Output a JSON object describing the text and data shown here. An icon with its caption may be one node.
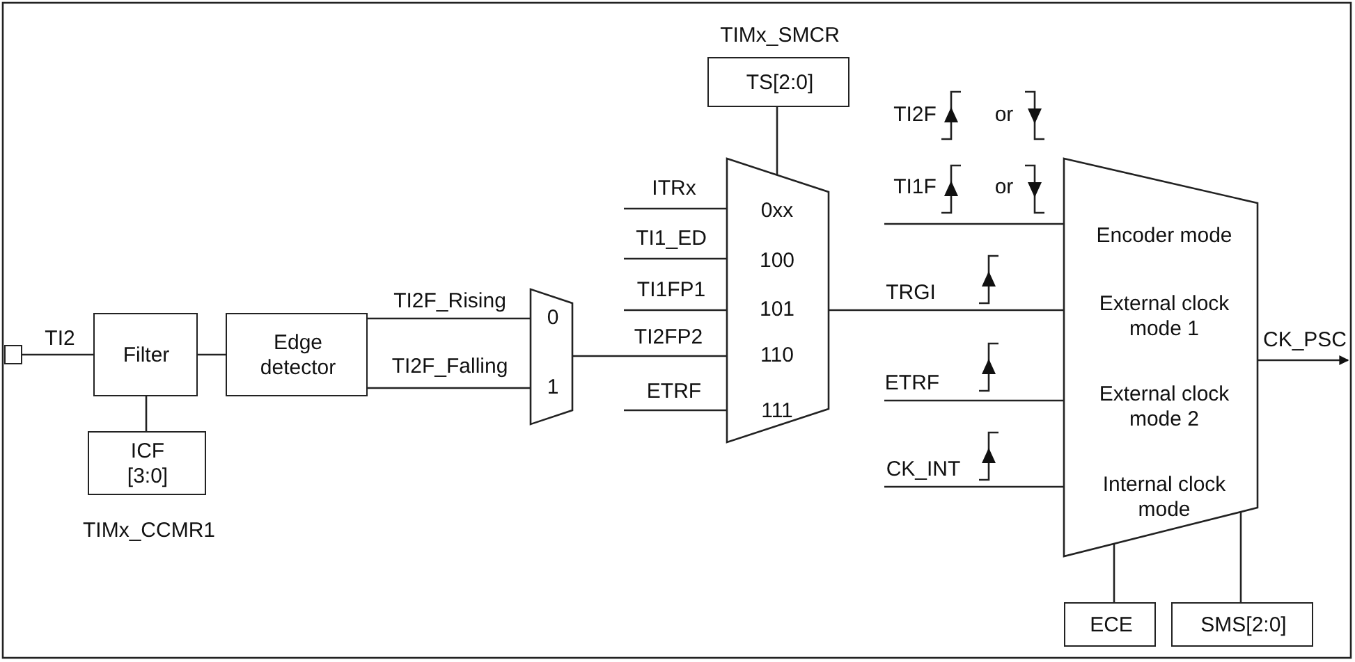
{
  "diagram": {
    "nodes": [
      {
        "text": [],
        "shape": "box"
      },
      {
        "text": [
          "Filter"
        ]
      },
      {
        "text": [
          "ICF [3:0]"
        ],
        "beside": [
          "TIMx_CCMR1"
        ]
      },
      {
        "text": [
          "Edge detector"
        ]
      },
      {
        "text": [
          "0",
          "1"
        ]
      },
      {
        "text": [
          "TIMx_SMCR",
          "TS[2:0]"
        ]
      },
      {
        "text": [
          "0xx",
          "100",
          "101",
          "110",
          "111"
        ]
      },
      {
        "text": [
          "Encoder mode",
          "External clock mode 1",
          "External clock mode 2",
          "Internal clock mode"
        ]
      },
      {
        "text": [
          "ECE"
        ]
      },
      {
        "text": [
          "SMS[2:0]"
        ]
      }
    ],
    "edges": [
      {
        "from": 0,
        "to": 1,
        "arrow": "none",
        "label": "TI2"
      },
      {
        "from": 1,
        "to": 3,
        "arrow": "none"
      },
      {
        "from": 2,
        "to": 1,
        "arrow": "none"
      },
      {
        "from": 3,
        "to": 4,
        "arrow": "none",
        "label": "TI2F_Rising"
      },
      {
        "from": 3,
        "to": 4,
        "arrow": "none",
        "label": "TI2F_Falling"
      },
      {
        "from": null,
        "to": 6,
        "arrow": "none",
        "label": "ITRx"
      },
      {
        "from": null,
        "to": 6,
        "arrow": "none",
        "label": "TI1_ED"
      },
      {
        "from": null,
        "to": 6,
        "arrow": "none",
        "label": "TI1FP1"
      },
      {
        "from": 4,
        "to": 6,
        "arrow": "none",
        "label": "TI2FP2"
      },
      {
        "from": null,
        "to": 6,
        "arrow": "none",
        "label": "ETRF"
      },
      {
        "from": 5,
        "to": 6,
        "arrow": "none"
      },
      {
        "from": 6,
        "to": 7,
        "arrow": "none",
        "label": "TRGI"
      },
      {
        "from": null,
        "to": 7,
        "arrow": "none"
      },
      {
        "from": null,
        "to": 7,
        "arrow": "none",
        "label": "ETRF"
      },
      {
        "from": null,
        "to": 7,
        "arrow": "none",
        "label": "CK_INT"
      },
      {
        "from": 7,
        "to": null,
        "arrow": "to",
        "label": "CK_PSC"
      },
      {
        "from": 8,
        "to": 7,
        "arrow": "none"
      },
      {
        "from": 9,
        "to": 7,
        "arrow": "none"
      }
    ],
    "labels": [
      "TI2F",
      "or",
      "TI1F",
      "or"
    ]
  }
}
